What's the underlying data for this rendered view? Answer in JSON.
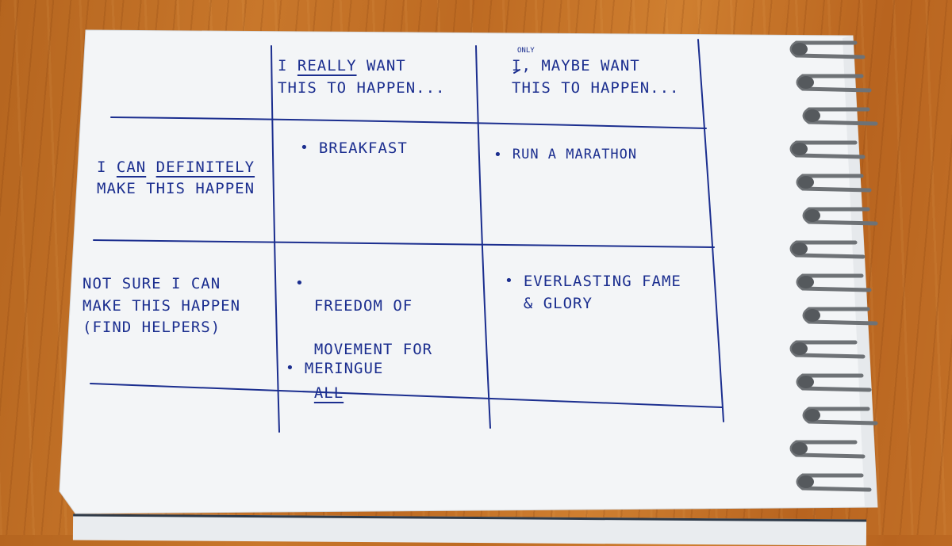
{
  "grid": {
    "header_col1_prefix": "I ",
    "header_col1_emph": "REALLY",
    "header_col1_rest": " WANT\nTHIS TO HAPPEN...",
    "header_col2_insert": "ONLY",
    "header_col2_line1": "I, MAYBE WANT",
    "header_col2_line2": "THIS TO HAPPEN...",
    "row1_prefix": "I ",
    "row1_emph1": "CAN",
    "row1_mid": " ",
    "row1_emph2": "DEFINITELY",
    "row1_line2": "MAKE THIS HAPPEN",
    "row2_label": "NOT SURE I CAN\nMAKE THIS HAPPEN\n(FIND HELPERS)"
  },
  "cells": {
    "r1c1": [
      "BREAKFAST"
    ],
    "r1c2": [
      "RUN A MARATHON"
    ],
    "r2c1_item1_line1": "FREEDOM OF",
    "r2c1_item1_line2": "MOVEMENT FOR",
    "r2c1_item1_emph": "ALL",
    "r2c1_item2": "MERINGUE",
    "r2c2_item1": "EVERLASTING FAME\n& GLORY"
  },
  "bullet": "•",
  "colors": {
    "ink": "#1b2e8f",
    "paper": "#f2f4f6",
    "wood": "#c3702a"
  }
}
